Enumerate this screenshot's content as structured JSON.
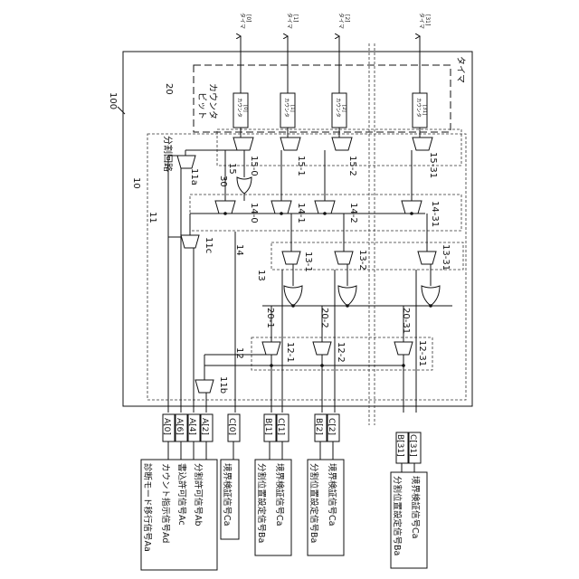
{
  "timer": {
    "id": "100",
    "title": "タイマ",
    "outputs": [
      {
        "label": "タイマ",
        "sub": "[0]"
      },
      {
        "label": "タイマ",
        "sub": "[1]"
      },
      {
        "label": "タイマ",
        "sub": "[2]"
      },
      {
        "label": "タイマ",
        "sub": "[31]"
      }
    ]
  },
  "counter_block": {
    "id": "20",
    "title_line1": "ビット",
    "title_line2": "カウンタ",
    "counters": [
      {
        "label": "カウンタ",
        "sub": "[0]"
      },
      {
        "label": "カウンタ",
        "sub": "[1]"
      },
      {
        "label": "カウンタ",
        "sub": "[2]"
      },
      {
        "label": "カウンタ",
        "sub": "[31]"
      }
    ]
  },
  "divider": {
    "id": "10",
    "inner_id": "11",
    "title": "分割回路",
    "gate_30": "30",
    "block_12": "12",
    "block_13": "13",
    "block_14": "14",
    "sel_11a": "11a",
    "sel_11b": "11b",
    "sel_11c": "11c",
    "sel_15": [
      "15",
      "15-0",
      "15-1",
      "15-2",
      "15-31"
    ],
    "sel_14": [
      "14-0",
      "14-1",
      "14-2",
      "14-31"
    ],
    "sel_13": [
      "13-1",
      "13-2",
      "13-31"
    ],
    "sel_12": [
      "12-1",
      "12-2",
      "12-31"
    ],
    "or_20": [
      "20-1",
      "20-2",
      "20-31"
    ]
  },
  "bus_groups": [
    {
      "top": "A[0]",
      "bottom": "A[6]"
    },
    {
      "top": "A[4]",
      "bottom": "A[2]"
    },
    {
      "top": "C[0]",
      "bottom": ""
    },
    {
      "top": "B[1]",
      "bottom": "C[1]"
    },
    {
      "top": "B[2]",
      "bottom": "C[2]"
    },
    {
      "top": "B[31]",
      "bottom": "C[31]"
    }
  ],
  "signals": [
    "診断モード移行信号Aa",
    "カウント指示信号Ad",
    "書込許可信号Ac",
    "分割許可信号Ab",
    "境界検証信号Ca",
    "分割位置設定信号Ba",
    "境界検証信号Ca",
    "分割位置設定信号Ba",
    "境界検証信号Ca",
    "分割位置設定信号Ba",
    "境界検証信号Ca"
  ]
}
